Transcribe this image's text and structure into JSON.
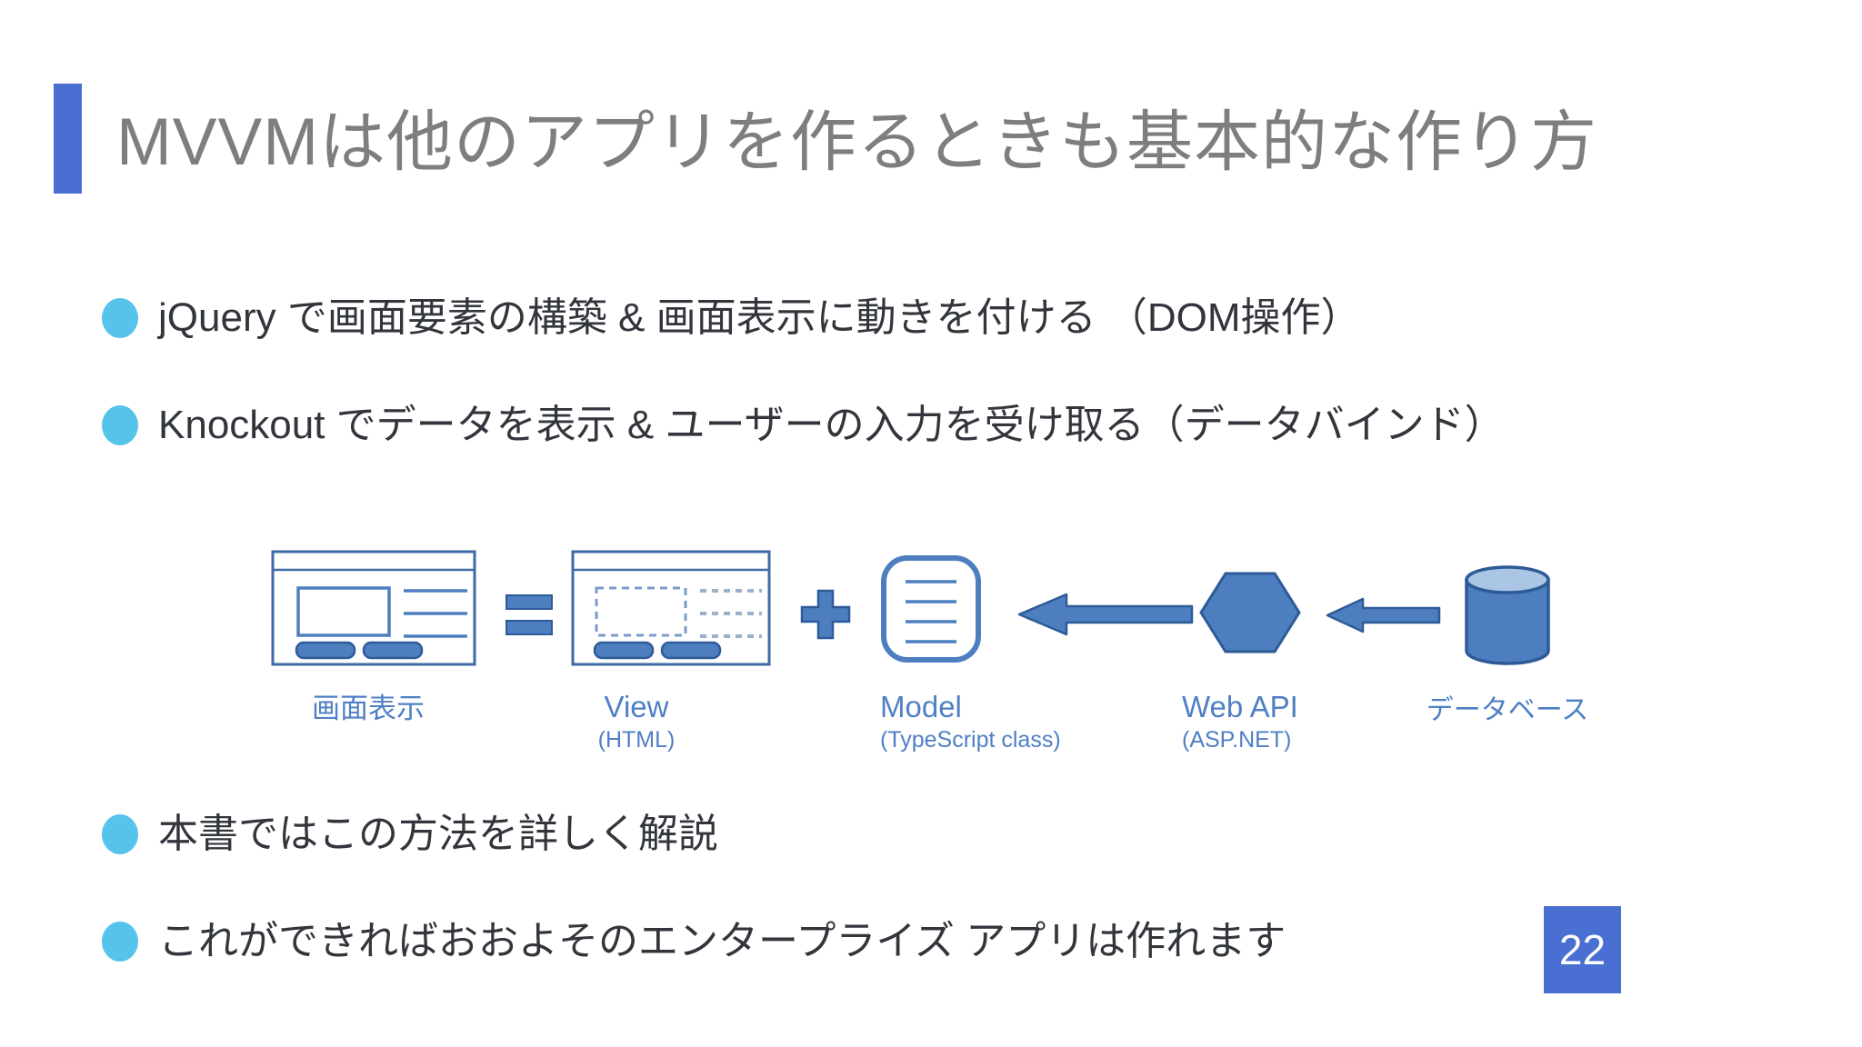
{
  "slide": {
    "title": "MVVMは他のアプリを作るときも基本的な作り方",
    "page_number": "22",
    "bullets_top": [
      "jQuery で画面要素の構築 & 画面表示に動きを付ける （DOM操作）",
      "Knockout でデータを表示 & ユーザーの入力を受け取る（データバインド）"
    ],
    "bullets_bottom": [
      "本書ではこの方法を詳しく解説",
      "これができればおおよそのエンタープライズ アプリは作れます"
    ],
    "diagram": {
      "labels": {
        "screen": "画面表示",
        "view": "View",
        "view_sub": "(HTML)",
        "model": "Model",
        "model_sub": "(TypeScript class)",
        "webapi": "Web API",
        "webapi_sub": "(ASP.NET)",
        "database": "データベース"
      },
      "icons": [
        "browser-window-icon",
        "equals-icon",
        "browser-window-dashed-icon",
        "plus-icon",
        "document-icon",
        "arrow-left-icon",
        "hexagon-icon",
        "arrow-left-icon",
        "database-cylinder-icon"
      ]
    },
    "colors": {
      "accent": "#4a6fd2",
      "bullet_dot": "#55c3ea",
      "title_gray": "#7e7e7e",
      "body_text": "#32363c",
      "diagram_fill": "#4d7ebf",
      "diagram_stroke": "#2e5b97",
      "diagram_label": "#4f7fc4",
      "cylinder_top": "#aac6e4"
    }
  }
}
